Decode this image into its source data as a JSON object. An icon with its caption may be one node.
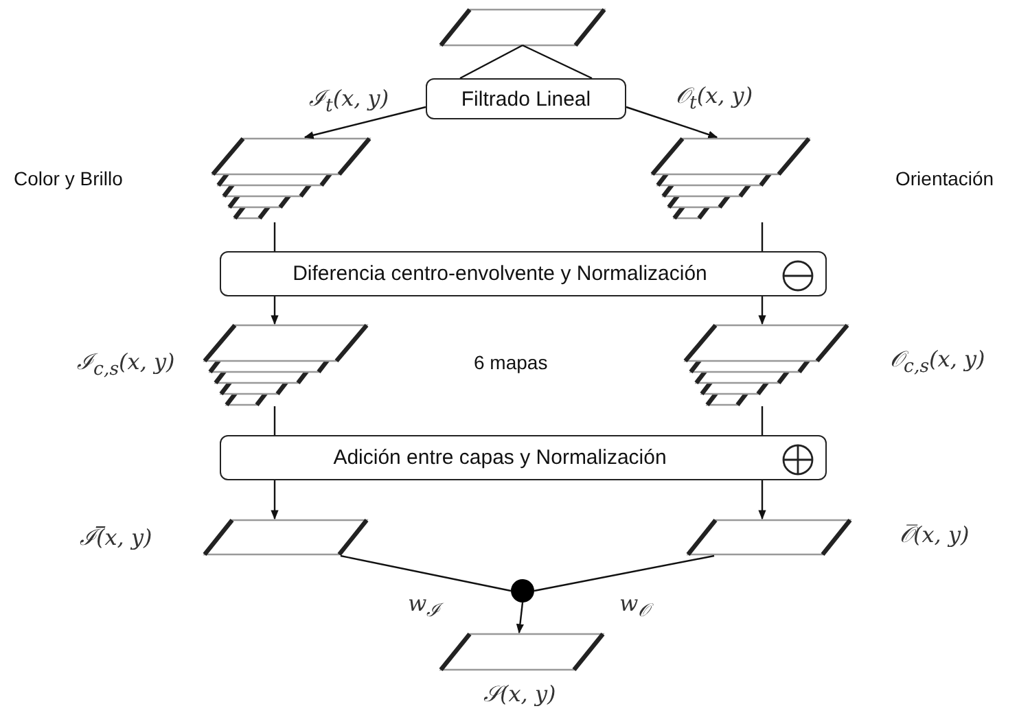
{
  "diagram": {
    "nodes": [
      {
        "text": [],
        "shape": "parallelogram"
      },
      {
        "text": [
          "Filtrado Lineal"
        ]
      },
      {
        "text": [],
        "shape": "stack",
        "beside": [
          "ℐ$_{t}$(x, y)"
        ]
      },
      {
        "text": [],
        "shape": "stack",
        "beside": [
          "𝒪$_{t}$(x, y)"
        ]
      },
      {
        "text": [
          "Diferencia centro-envolvente y Normalización"
        ]
      },
      {
        "text": [],
        "shape": "stack",
        "beside": [
          "ℐ$_{c,s}$(x, y)"
        ]
      },
      {
        "text": [],
        "shape": "stack",
        "beside": [
          "𝒪$_{c,s}$(x, y)"
        ]
      },
      {
        "text": [
          "Adición entre capas y Normalización"
        ]
      },
      {
        "text": [],
        "shape": "parallelogram",
        "beside": [
          "ℐ̅(x, y)"
        ]
      },
      {
        "text": [],
        "shape": "parallelogram",
        "beside": [
          "𝒪̅(x, y)"
        ]
      },
      {
        "text": [],
        "shape": "circle"
      },
      {
        "text": [],
        "shape": "parallelogram",
        "beside": [
          "𝒮(x, y)"
        ]
      }
    ],
    "edges": [
      {
        "from": 0,
        "to": 1,
        "arrow": "none"
      },
      {
        "from": 0,
        "to": 1,
        "arrow": "none"
      },
      {
        "from": 1,
        "to": 2,
        "arrow": "to"
      },
      {
        "from": 1,
        "to": 3,
        "arrow": "to"
      },
      {
        "from": 2,
        "to": 4,
        "arrow": "none"
      },
      {
        "from": 3,
        "to": 4,
        "arrow": "none"
      },
      {
        "from": 4,
        "to": 5,
        "arrow": "to"
      },
      {
        "from": 4,
        "to": 6,
        "arrow": "to"
      },
      {
        "from": 5,
        "to": 7,
        "arrow": "none"
      },
      {
        "from": 6,
        "to": 7,
        "arrow": "none"
      },
      {
        "from": 7,
        "to": 8,
        "arrow": "to"
      },
      {
        "from": 7,
        "to": 9,
        "arrow": "to"
      },
      {
        "from": 8,
        "to": 10,
        "arrow": "none",
        "label": "w$_{ℐ}$"
      },
      {
        "from": 9,
        "to": 10,
        "arrow": "none",
        "label": "w$_{𝒪}$"
      },
      {
        "from": 10,
        "to": 11,
        "arrow": "to"
      }
    ],
    "labels": [
      "Color y Brillo",
      "Orientación",
      "6 mapas"
    ]
  }
}
